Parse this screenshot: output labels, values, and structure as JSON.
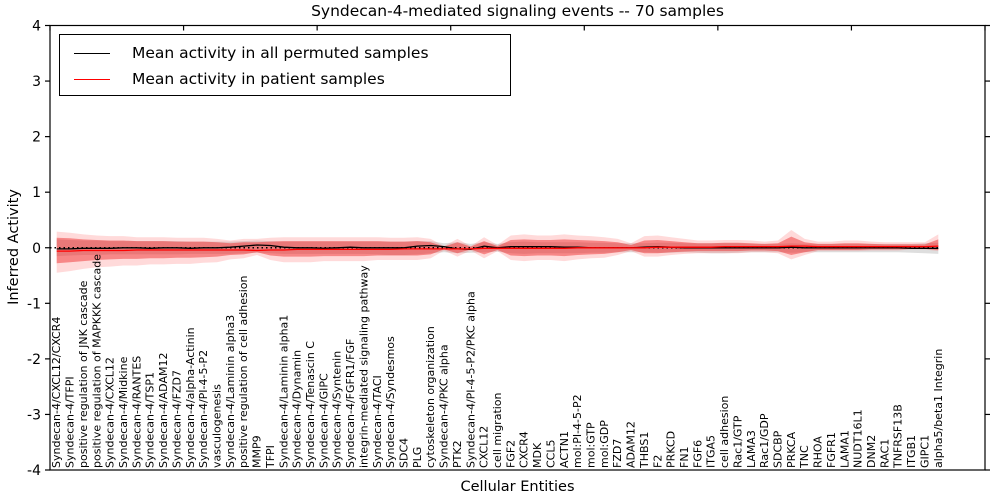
{
  "figure": {
    "title": "Syndecan-4-mediated signaling events -- 70 samples",
    "xlabel": "Cellular Entities",
    "ylabel": "Inferred Activity"
  },
  "legend": {
    "items": [
      {
        "label": "Mean activity in all permuted samples",
        "color": "#000000"
      },
      {
        "label": "Mean activity in patient samples",
        "color": "#ff0000"
      }
    ],
    "position": "upper left"
  },
  "chart_data": {
    "type": "line",
    "title": "Syndecan-4-mediated signaling events -- 70 samples",
    "xlabel": "Cellular Entities",
    "ylabel": "Inferred Activity",
    "ylim": [
      -4,
      4
    ],
    "yticks": [
      -4,
      -3,
      -2,
      -1,
      0,
      1,
      2,
      3,
      4
    ],
    "xlim": [
      0,
      70
    ],
    "xticks_major": [
      0,
      10,
      20,
      30,
      40,
      50,
      60,
      70
    ],
    "grid": false,
    "legend_position": "upper left",
    "zero_reference": {
      "y": 0,
      "style": "dotted",
      "color": "#000000"
    },
    "categories": [
      "Syndecan-4/CXCL12/CXCR4",
      "Syndecan-4/TFPI",
      "positive regulation of JNK cascade",
      "positive regulation of MAPKKK cascade",
      "Syndecan-4/CXCL12",
      "Syndecan-4/Midkine",
      "Syndecan-4/RANTES",
      "Syndecan-4/TSP1",
      "Syndecan-4/ADAM12",
      "Syndecan-4/FZD7",
      "Syndecan-4/alpha-Actinin",
      "Syndecan-4/PI-4-5-P2",
      "vasculogenesis",
      "Syndecan-4/Laminin alpha3",
      "positive regulation of cell adhesion",
      "MMP9",
      "TFPI",
      "Syndecan-4/Laminin alpha1",
      "Syndecan-4/Dynamin",
      "Syndecan-4/Tenascin C",
      "Syndecan-4/GIPC",
      "Syndecan-4/Syntenin",
      "Syndecan-4/FGFR1/FGF",
      "integrin-mediated signaling pathway",
      "Syndecan-4/TACI",
      "Syndecan-4/Syndesmos",
      "SDC4",
      "PLG",
      "cytoskeleton organization",
      "Syndecan-4/PKC alpha",
      "PTK2",
      "Syndecan-4/PI-4-5-P2/PKC alpha",
      "CXCL12",
      "cell migration",
      "FGF2",
      "CXCR4",
      "MDK",
      "CCL5",
      "ACTN1",
      "mol:PI-4-5-P2",
      "mol:GTP",
      "mol:GDP",
      "FZD7",
      "ADAM12",
      "THBS1",
      "F2",
      "PRKCD",
      "FN1",
      "FGF6",
      "ITGA5",
      "cell adhesion",
      "Rac1/GTP",
      "LAMA3",
      "Rac1/GDP",
      "SDCBP",
      "PRKCA",
      "TNC",
      "RHOA",
      "FGFR1",
      "LAMA1",
      "NUDT16L1",
      "DNM2",
      "RAC1",
      "TNFRSF13B",
      "ITGB1",
      "GIPC1",
      "alpha5/beta1 Integrin"
    ],
    "series": [
      {
        "name": "Mean activity in all permuted samples",
        "color": "#000000",
        "style": "solid",
        "values": [
          -0.02,
          -0.02,
          -0.01,
          -0.01,
          -0.01,
          0,
          0,
          -0.01,
          0,
          0,
          -0.01,
          0,
          0,
          0.01,
          0.03,
          0.05,
          0.04,
          0.01,
          0,
          0,
          -0.01,
          0,
          0.01,
          0,
          0,
          0,
          0,
          0.03,
          0.04,
          0.02,
          -0.02,
          -0.03,
          0.03,
          0,
          0.02,
          0.02,
          0.02,
          0.02,
          0.01,
          0.01,
          0,
          0,
          0,
          0,
          0.01,
          0.02,
          0.01,
          0,
          0,
          0,
          0,
          0,
          0,
          0,
          0,
          0.01,
          0,
          0,
          0,
          0,
          0,
          0,
          0,
          0,
          -0.01,
          -0.01,
          -0.01
        ]
      },
      {
        "name": "Mean activity in patient samples",
        "color": "#ff0000",
        "style": "solid",
        "values": [
          -0.06,
          -0.06,
          -0.05,
          -0.05,
          -0.05,
          -0.05,
          -0.04,
          -0.04,
          -0.04,
          -0.04,
          -0.04,
          -0.04,
          -0.04,
          -0.04,
          -0.04,
          -0.05,
          -0.04,
          -0.04,
          -0.03,
          -0.03,
          -0.03,
          -0.03,
          -0.03,
          -0.03,
          -0.03,
          -0.03,
          -0.02,
          -0.02,
          -0.02,
          -0.02,
          -0.02,
          -0.02,
          -0.01,
          -0.01,
          -0.01,
          -0.01,
          -0.01,
          -0.01,
          -0.01,
          0,
          0,
          0,
          0,
          0,
          0,
          0.01,
          0.01,
          0.01,
          0.01,
          0.01,
          0.02,
          0.02,
          0.02,
          0.02,
          0.02,
          0.03,
          0.03,
          0.02,
          0.02,
          0.02,
          0.02,
          0.02,
          0.02,
          0.02,
          0.02,
          0.02,
          0.03
        ]
      }
    ],
    "bands": [
      {
        "name": "permuted-samples-range",
        "color": "#999999",
        "opacity": 0.32,
        "upper": [
          0.15,
          0.14,
          0.13,
          0.13,
          0.12,
          0.12,
          0.12,
          0.12,
          0.12,
          0.12,
          0.11,
          0.11,
          0.11,
          0.11,
          0.12,
          0.13,
          0.12,
          0.11,
          0.11,
          0.11,
          0.11,
          0.11,
          0.11,
          0.11,
          0.11,
          0.11,
          0.11,
          0.12,
          0.12,
          0.08,
          0.1,
          0.07,
          0.1,
          0.07,
          0.1,
          0.11,
          0.1,
          0.1,
          0.1,
          0.1,
          0.09,
          0.09,
          0.08,
          0.08,
          0.08,
          0.09,
          0.09,
          0.08,
          0.08,
          0.08,
          0.08,
          0.08,
          0.07,
          0.07,
          0.07,
          0.08,
          0.07,
          0.07,
          0.07,
          0.07,
          0.07,
          0.07,
          0.07,
          0.07,
          0.07,
          0.08,
          0.09
        ],
        "lower": [
          -0.15,
          -0.14,
          -0.13,
          -0.13,
          -0.12,
          -0.12,
          -0.12,
          -0.12,
          -0.12,
          -0.12,
          -0.11,
          -0.11,
          -0.11,
          -0.11,
          -0.1,
          -0.09,
          -0.1,
          -0.11,
          -0.11,
          -0.11,
          -0.11,
          -0.11,
          -0.11,
          -0.11,
          -0.12,
          -0.13,
          -0.13,
          -0.12,
          -0.1,
          -0.08,
          -0.1,
          -0.09,
          -0.08,
          -0.07,
          -0.1,
          -0.11,
          -0.1,
          -0.1,
          -0.1,
          -0.1,
          -0.09,
          -0.09,
          -0.08,
          -0.08,
          -0.08,
          -0.09,
          -0.09,
          -0.08,
          -0.09,
          -0.1,
          -0.1,
          -0.09,
          -0.08,
          -0.08,
          -0.08,
          -0.09,
          -0.08,
          -0.08,
          -0.08,
          -0.08,
          -0.08,
          -0.08,
          -0.08,
          -0.08,
          -0.09,
          -0.1,
          -0.11
        ]
      },
      {
        "name": "patient-samples-outer-range",
        "color": "#ff5555",
        "opacity": 0.22,
        "upper": [
          0.29,
          0.27,
          0.24,
          0.22,
          0.21,
          0.21,
          0.19,
          0.19,
          0.19,
          0.18,
          0.18,
          0.18,
          0.16,
          0.13,
          0.16,
          0.16,
          0.18,
          0.19,
          0.19,
          0.19,
          0.19,
          0.19,
          0.19,
          0.19,
          0.19,
          0.18,
          0.18,
          0.19,
          0.16,
          0.03,
          0.16,
          0.03,
          0.19,
          0.05,
          0.22,
          0.24,
          0.22,
          0.22,
          0.24,
          0.22,
          0.21,
          0.19,
          0.16,
          0.08,
          0.21,
          0.22,
          0.19,
          0.16,
          0.13,
          0.13,
          0.14,
          0.14,
          0.13,
          0.11,
          0.13,
          0.32,
          0.16,
          0.11,
          0.11,
          0.13,
          0.13,
          0.11,
          0.1,
          0.1,
          0.1,
          0.1,
          0.24
        ],
        "lower": [
          -0.45,
          -0.42,
          -0.38,
          -0.35,
          -0.34,
          -0.32,
          -0.32,
          -0.3,
          -0.3,
          -0.29,
          -0.29,
          -0.27,
          -0.26,
          -0.21,
          -0.19,
          -0.13,
          -0.22,
          -0.26,
          -0.26,
          -0.26,
          -0.24,
          -0.24,
          -0.24,
          -0.24,
          -0.22,
          -0.22,
          -0.22,
          -0.22,
          -0.19,
          -0.05,
          -0.16,
          -0.05,
          -0.19,
          -0.06,
          -0.22,
          -0.24,
          -0.22,
          -0.22,
          -0.24,
          -0.21,
          -0.19,
          -0.18,
          -0.13,
          -0.06,
          -0.16,
          -0.16,
          -0.13,
          -0.11,
          -0.1,
          -0.1,
          -0.1,
          -0.1,
          -0.08,
          -0.08,
          -0.1,
          -0.21,
          -0.13,
          -0.06,
          -0.06,
          -0.06,
          -0.06,
          -0.05,
          -0.05,
          -0.05,
          -0.03,
          -0.03,
          -0.06
        ]
      },
      {
        "name": "patient-samples-inner-range",
        "color": "#ee2222",
        "opacity": 0.45,
        "upper": [
          0.18,
          0.17,
          0.15,
          0.14,
          0.13,
          0.13,
          0.12,
          0.12,
          0.12,
          0.11,
          0.11,
          0.11,
          0.1,
          0.08,
          0.1,
          0.1,
          0.11,
          0.12,
          0.12,
          0.12,
          0.12,
          0.12,
          0.12,
          0.12,
          0.12,
          0.11,
          0.11,
          0.12,
          0.1,
          0.02,
          0.1,
          0.02,
          0.12,
          0.03,
          0.14,
          0.15,
          0.14,
          0.14,
          0.15,
          0.14,
          0.13,
          0.12,
          0.1,
          0.05,
          0.13,
          0.14,
          0.12,
          0.1,
          0.08,
          0.08,
          0.09,
          0.09,
          0.08,
          0.07,
          0.08,
          0.2,
          0.1,
          0.07,
          0.07,
          0.08,
          0.08,
          0.07,
          0.06,
          0.06,
          0.06,
          0.06,
          0.15
        ],
        "lower": [
          -0.28,
          -0.26,
          -0.24,
          -0.22,
          -0.21,
          -0.2,
          -0.2,
          -0.19,
          -0.19,
          -0.18,
          -0.18,
          -0.17,
          -0.16,
          -0.13,
          -0.12,
          -0.08,
          -0.14,
          -0.16,
          -0.16,
          -0.16,
          -0.15,
          -0.15,
          -0.15,
          -0.15,
          -0.14,
          -0.14,
          -0.14,
          -0.14,
          -0.12,
          -0.03,
          -0.1,
          -0.03,
          -0.12,
          -0.04,
          -0.14,
          -0.15,
          -0.14,
          -0.14,
          -0.15,
          -0.13,
          -0.12,
          -0.11,
          -0.08,
          -0.04,
          -0.1,
          -0.1,
          -0.08,
          -0.07,
          -0.06,
          -0.06,
          -0.06,
          -0.06,
          -0.05,
          -0.05,
          -0.06,
          -0.13,
          -0.08,
          -0.04,
          -0.04,
          -0.04,
          -0.04,
          -0.03,
          -0.03,
          -0.03,
          -0.02,
          -0.02,
          -0.04
        ]
      }
    ]
  }
}
